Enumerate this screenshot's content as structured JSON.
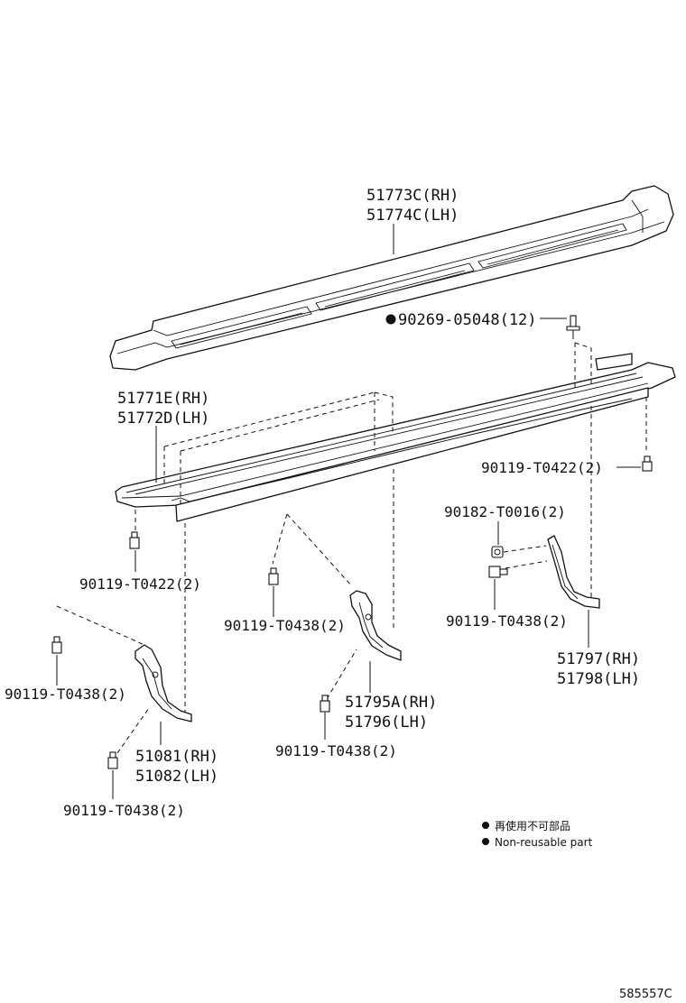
{
  "labels": {
    "step_pad_rh": "51773C(RH)",
    "step_pad_lh": "51774C(LH)",
    "clip": "90269-05048(12)",
    "step_rh": "51771E(RH)",
    "step_lh": "51772D(LH)",
    "bolt_right": "90119-T0422(2)",
    "bolt_left": "90119-T0422(2)",
    "nut_right": "90182-T0016(2)",
    "bolt_right_bracket": "90119-T0438(2)",
    "rear_bracket_rh": "51797(RH)",
    "rear_bracket_lh": "51798(LH)",
    "bolt_center_upper": "90119-T0438(2)",
    "center_bracket_rh": "51795A(RH)",
    "center_bracket_lh": "51796(LH)",
    "bolt_center_lower": "90119-T0438(2)",
    "bolt_front_upper": "90119-T0438(2)",
    "front_bracket_rh": "51081(RH)",
    "front_bracket_lh": "51082(LH)",
    "bolt_front_lower": "90119-T0438(2)"
  },
  "legend": {
    "non_reusable_jp": "再使用不可部品",
    "non_reusable_en": "Non-reusable part"
  },
  "diagram_code": "585557C"
}
